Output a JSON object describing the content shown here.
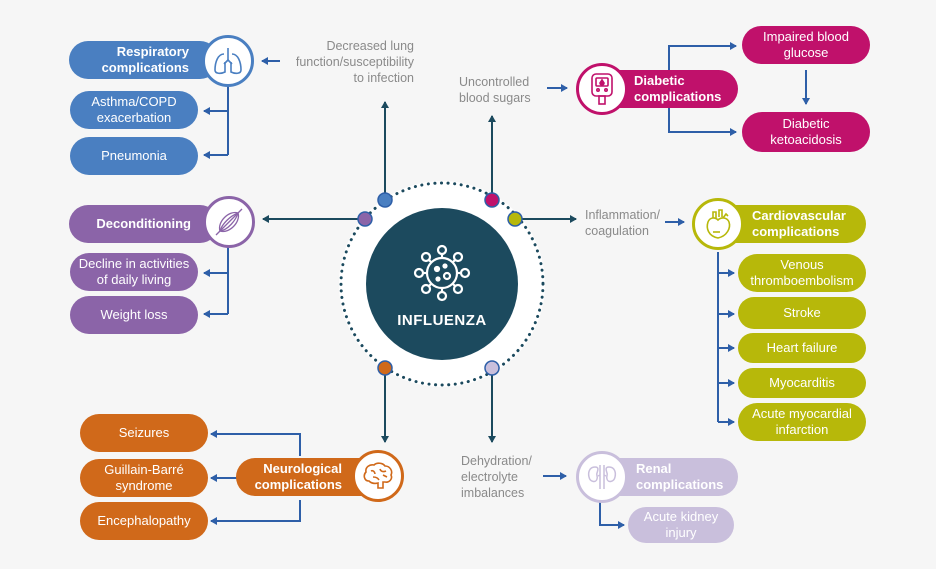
{
  "colors": {
    "background": "#f6f6f6",
    "respiratory": "#4a7fc1",
    "diabetic": "#c0116b",
    "deconditioning": "#8b64a8",
    "cardiovascular": "#b7b80a",
    "neurological": "#d0691a",
    "renal": "#c9bfdc",
    "center": "#1c4a5e",
    "arrow": "#2e5fa8",
    "dark_arrow": "#1c4a5e"
  },
  "center": {
    "title": "INFLUENZA",
    "icon": "virus-icon"
  },
  "respiratory": {
    "pathway_label": "Decreased lung function/susceptibility to infection",
    "title": "Respiratory complications",
    "icon": "lungs-icon",
    "children": [
      "Asthma/COPD exacerbation",
      "Pneumonia"
    ]
  },
  "diabetic": {
    "pathway_label": "Uncontrolled blood sugars",
    "title": "Diabetic complications",
    "icon": "glucometer-icon",
    "children": [
      "Impaired blood glucose",
      "Diabetic ketoacidosis"
    ]
  },
  "deconditioning": {
    "title": "Deconditioning",
    "icon": "muscle-icon",
    "children": [
      "Decline in activities of daily living",
      "Weight loss"
    ]
  },
  "cardiovascular": {
    "pathway_label": "Inflammation/ coagulation",
    "title": "Cardiovascular complications",
    "icon": "heart-icon",
    "children": [
      "Venous thromboembolism",
      "Stroke",
      "Heart failure",
      "Myocarditis",
      "Acute myocardial infarction"
    ]
  },
  "neurological": {
    "title": "Neurological complications",
    "icon": "brain-icon",
    "children": [
      "Seizures",
      "Guillain-Barré syndrome",
      "Encephalopathy"
    ]
  },
  "renal": {
    "pathway_label": "Dehydration/ electrolyte imbalances",
    "title": "Renal complications",
    "icon": "kidney-icon",
    "children": [
      "Acute kidney injury"
    ]
  }
}
